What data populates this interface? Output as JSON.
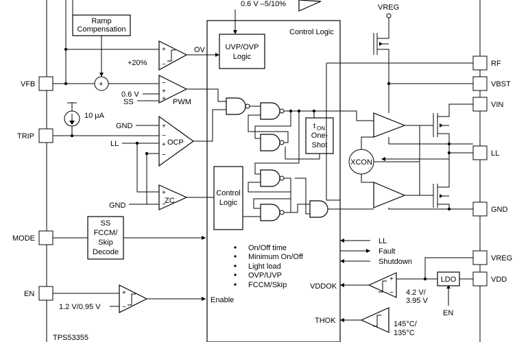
{
  "block_title": "Control Logic",
  "chip": "TPS53355",
  "pins": {
    "vfb": "VFB",
    "trip": "TRIP",
    "mode": "MODE",
    "en": "EN",
    "rf": "RF",
    "vbst": "VBST",
    "vin": "VIN",
    "ll": "LL",
    "gnd": "GND",
    "vreg": "VREG",
    "vdd": "VDD"
  },
  "blocks": {
    "ramp": [
      "Ramp",
      "Compensation"
    ],
    "uvp": [
      "UVP/OVP",
      "Logic"
    ],
    "ctrl": [
      "Control",
      "Logic"
    ],
    "ton_t": "t",
    "ton_sub": "ON",
    "ton_l2": "One-",
    "ton_l3": "Shot",
    "xcon": "XCON",
    "ss": [
      "SS",
      "FCCM/",
      "Skip",
      "Decode"
    ],
    "ldo": "LDO"
  },
  "labels": {
    "top_thresh": "0.6 V –5/10%",
    "vreg_top": "VREG",
    "ov": "OV",
    "plus20": "+20%",
    "v06": "0.6 V",
    "ss": "SS",
    "pwm": "PWM",
    "i10": "10 µA",
    "gnd1": "GND",
    "ll1": "LL",
    "ocp": "OCP",
    "gnd2": "GND",
    "zc": "ZC",
    "en_thresh": "1.2 V/0.95 V",
    "enable": "Enable",
    "vddok": "VDDOK",
    "thok": "THOK",
    "ll_in": "LL",
    "fault": "Fault",
    "shutdown": "Shutdown",
    "vdd_thresh1": "4.2 V/",
    "vdd_thresh2": "3.95 V",
    "en_ldo": "EN",
    "temp1": "145°C/",
    "temp2": "135°C"
  },
  "features": [
    "On/Off time",
    "Minimum On/Off",
    "Light load",
    "OVP/UVP",
    "FCCM/Skip"
  ]
}
